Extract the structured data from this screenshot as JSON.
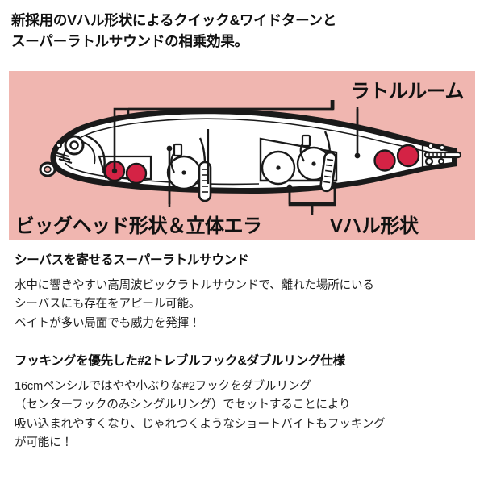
{
  "headline": {
    "line1": "新採用のVハル形状によるクイック&ワイドターンと",
    "line2": "スーパーラトルサウンドの相乗効果。"
  },
  "diagram": {
    "background_color": "#f0b6b0",
    "outline_color": "#1a1a1a",
    "body_fill": "#ffffff",
    "rattle_ball_color": "#d42345",
    "labels": {
      "rattle_room": "ラトルルーム",
      "big_head": "ビッグヘッド形状＆立体エラ",
      "v_hull": "Vハル形状"
    }
  },
  "sections": [
    {
      "title": "シーバスを寄せるスーパーラトルサウンド",
      "lines": [
        "水中に響きやすい高周波ビックラトルサウンドで、離れた場所にいる",
        "シーバスにも存在をアピール可能。",
        "ベイトが多い局面でも威力を発揮！"
      ]
    },
    {
      "title": "フッキングを優先した#2トレブルフック&ダブルリング仕様",
      "lines": [
        "16cmペンシルではやや小ぶりな#2フックをダブルリング",
        "（センターフックのみシングルリング）でセットすることにより",
        "吸い込まれやすくなり、じゃれつくようなショートバイトもフッキング",
        "が可能に！"
      ]
    }
  ]
}
